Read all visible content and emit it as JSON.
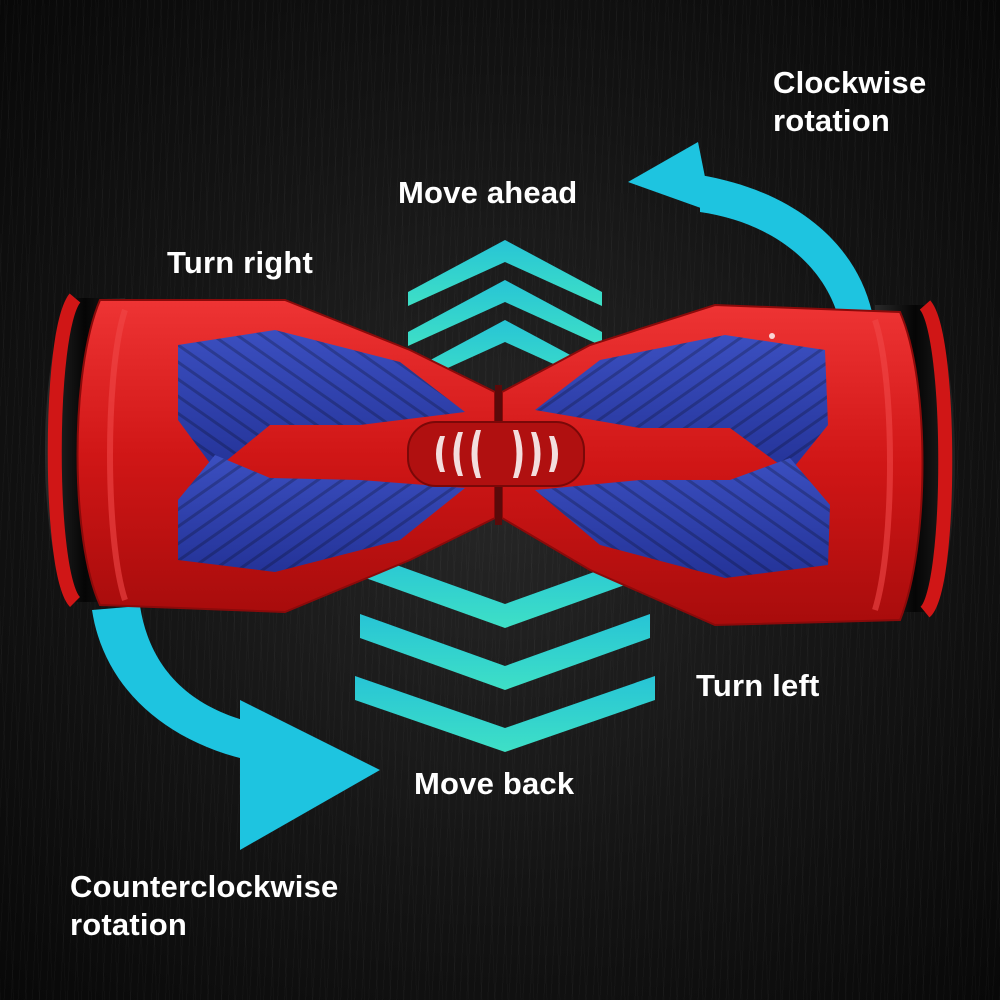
{
  "labels": {
    "clockwise_line1": "Clockwise",
    "clockwise_line2": "rotation",
    "move_ahead": "Move ahead",
    "turn_right": "Turn right",
    "turn_left": "Turn left",
    "move_back": "Move back",
    "counterclockwise_line1": "Counterclockwise",
    "counterclockwise_line2": "rotation"
  },
  "colors": {
    "background": "#0b0b0b",
    "arrow_accent": "#1ec4e0",
    "chevron_accent": "#2fd6cf",
    "board_body": "#d81b1b",
    "foot_pad": "#2d3fa8",
    "tire": "#111111"
  }
}
